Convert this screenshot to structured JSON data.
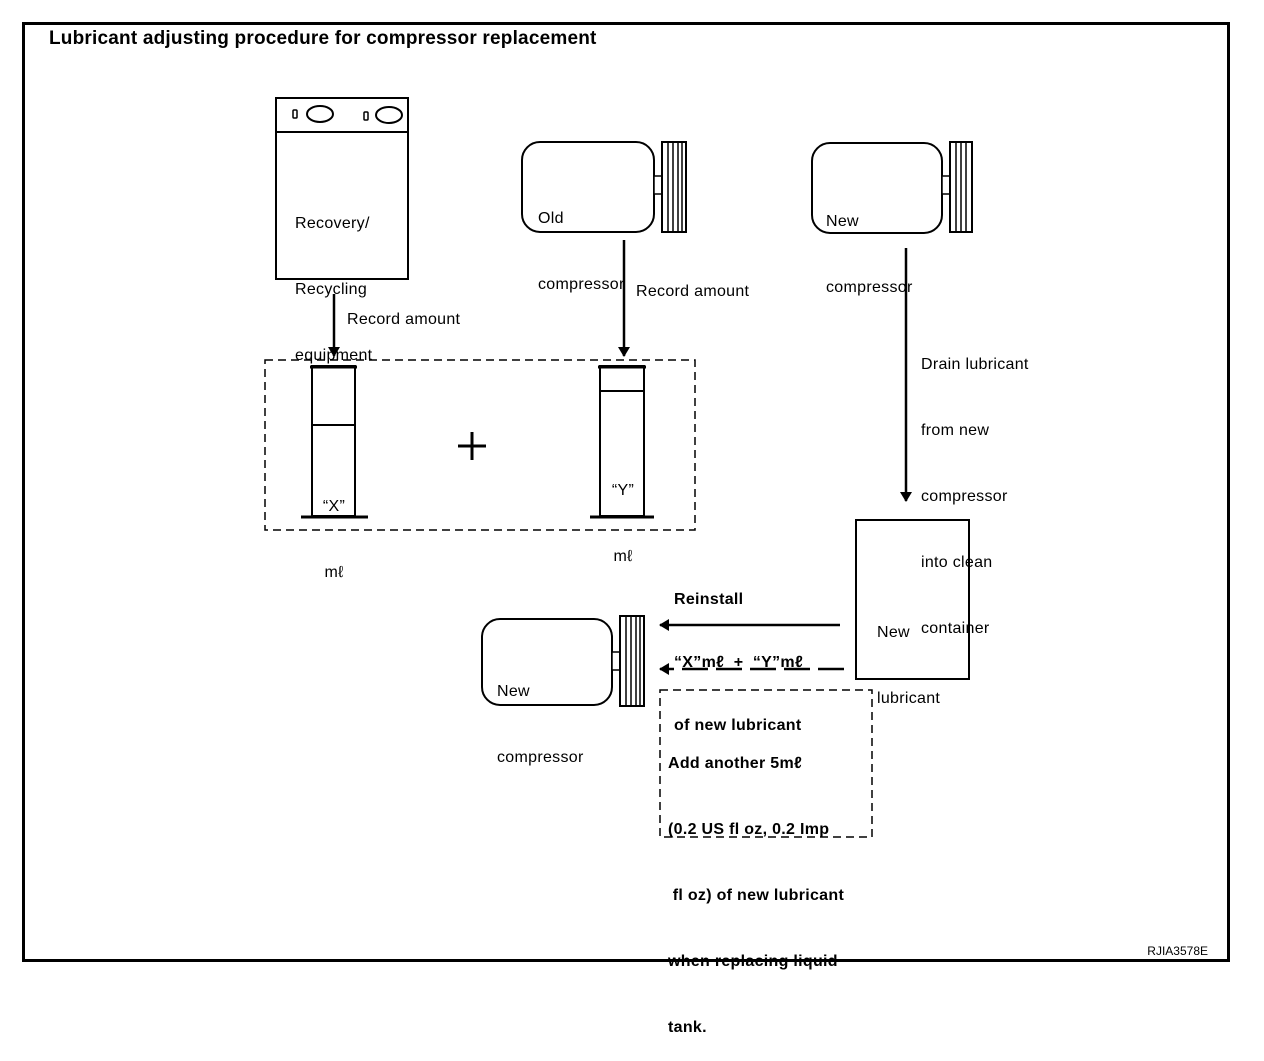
{
  "title": "Lubricant adjusting procedure for compressor replacement",
  "reference_code": "RJIA3578E",
  "recovery_equipment": {
    "line1": "Recovery/",
    "line2": "Recycling",
    "line3": "equipment"
  },
  "old_compressor": {
    "line1": "Old",
    "line2": "compressor"
  },
  "new_compressor_top": {
    "line1": "New",
    "line2": "compressor"
  },
  "new_compressor_bottom": {
    "line1": "New",
    "line2": "compressor"
  },
  "record_amount_left": "Record amount",
  "record_amount_right": "Record amount",
  "drain_note": {
    "line1": "Drain lubricant",
    "line2": "from new",
    "line3": "compressor",
    "line4": "into clean",
    "line5": "container"
  },
  "cylinder_x": {
    "line1": "“X”",
    "line2": "mℓ"
  },
  "cylinder_y": {
    "line1": "“Y”",
    "line2": "mℓ"
  },
  "plus_sign": "+",
  "new_lubricant": {
    "line1": "New",
    "line2": "lubricant"
  },
  "reinstall_note": {
    "line1": "Reinstall",
    "line2": "“X”mℓ  +  “Y”mℓ",
    "line3": "of new lubricant"
  },
  "add_note": {
    "line1": "Add another 5mℓ",
    "line2": "(0.2 US fl oz, 0.2 Imp",
    "line3": " fl oz) of new lubricant",
    "line4": "when replacing liquid",
    "line5": "tank."
  }
}
